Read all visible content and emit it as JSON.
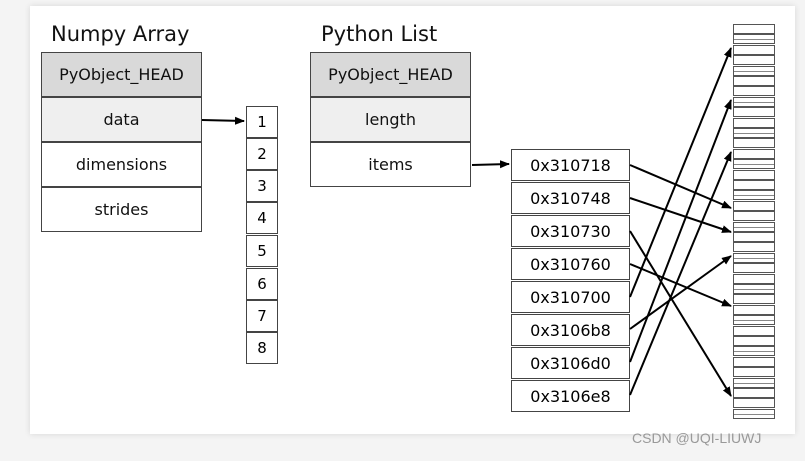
{
  "numpy": {
    "title": "Numpy Array",
    "fields": [
      "PyObject_HEAD",
      "data",
      "dimensions",
      "strides"
    ]
  },
  "python": {
    "title": "Python List",
    "fields": [
      "PyObject_HEAD",
      "length",
      "items"
    ]
  },
  "data_values": [
    "1",
    "2",
    "3",
    "4",
    "5",
    "6",
    "7",
    "8"
  ],
  "pointers": [
    "0x310718",
    "0x310748",
    "0x310730",
    "0x310760",
    "0x310700",
    "0x3106b8",
    "0x3106d0",
    "0x3106e8"
  ],
  "watermark": "CSDN @UQI-LIUWJ"
}
